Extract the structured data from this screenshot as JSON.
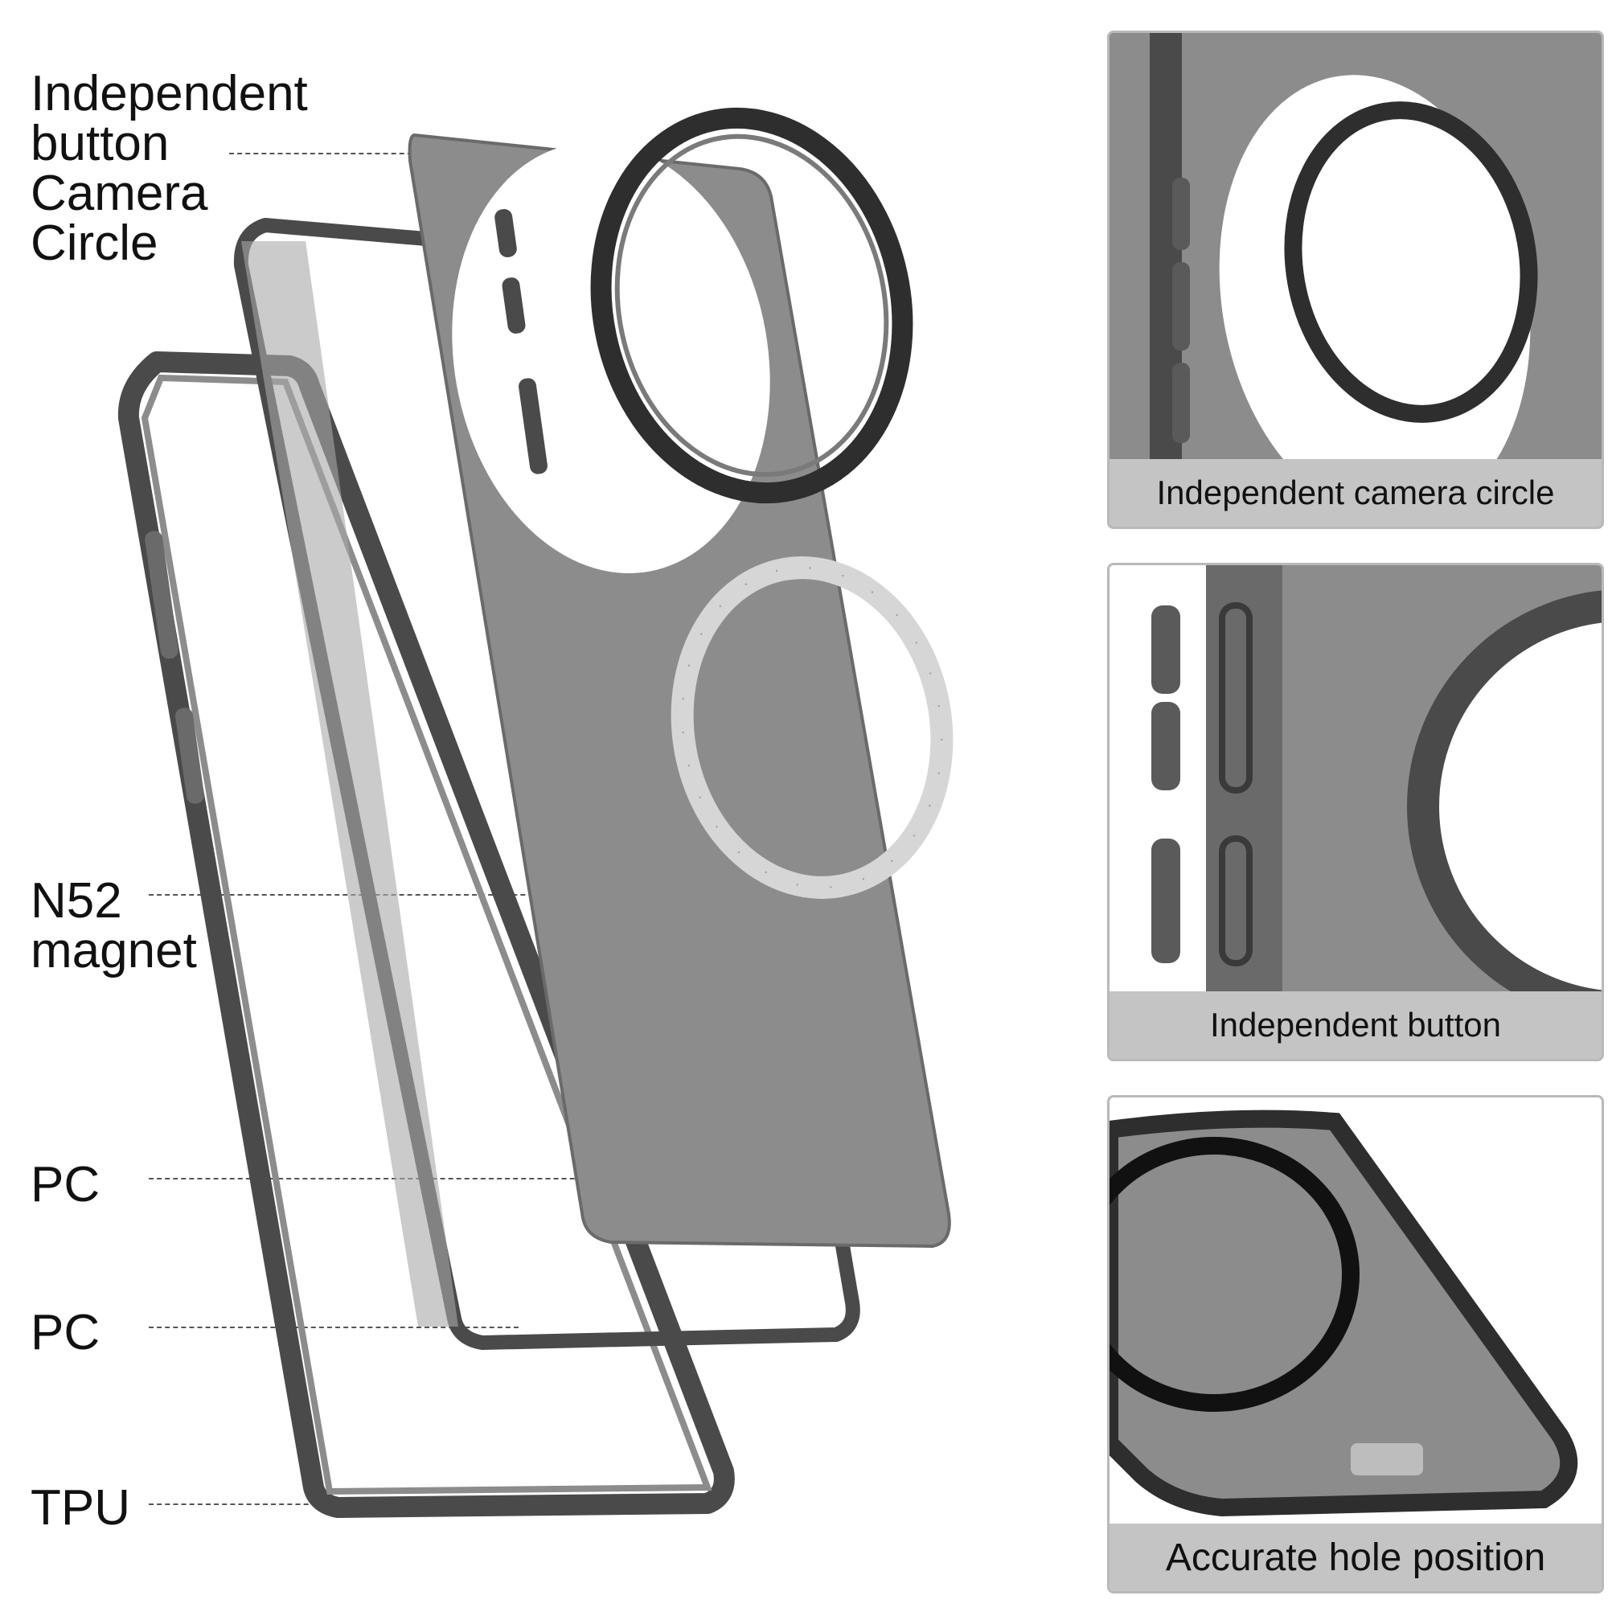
{
  "labels": {
    "button_camera": [
      "Independent",
      "button",
      "Camera",
      "Circle"
    ],
    "magnet": [
      "N52",
      "magnet"
    ],
    "pc_1": "PC",
    "pc_2": "PC",
    "tpu": "TPU"
  },
  "panels": [
    {
      "caption": "Independent camera circle"
    },
    {
      "caption": "Independent button"
    },
    {
      "caption": "Accurate hole position"
    }
  ],
  "colors": {
    "frame_dark": "#4a4a4a",
    "frame_light": "#9a9a9a",
    "shell_gray": "#8c8c8c",
    "ring_black": "#2e2e2e",
    "magnet_silver": "#d6d6d6",
    "caption_bg": "#c4c4c4"
  }
}
